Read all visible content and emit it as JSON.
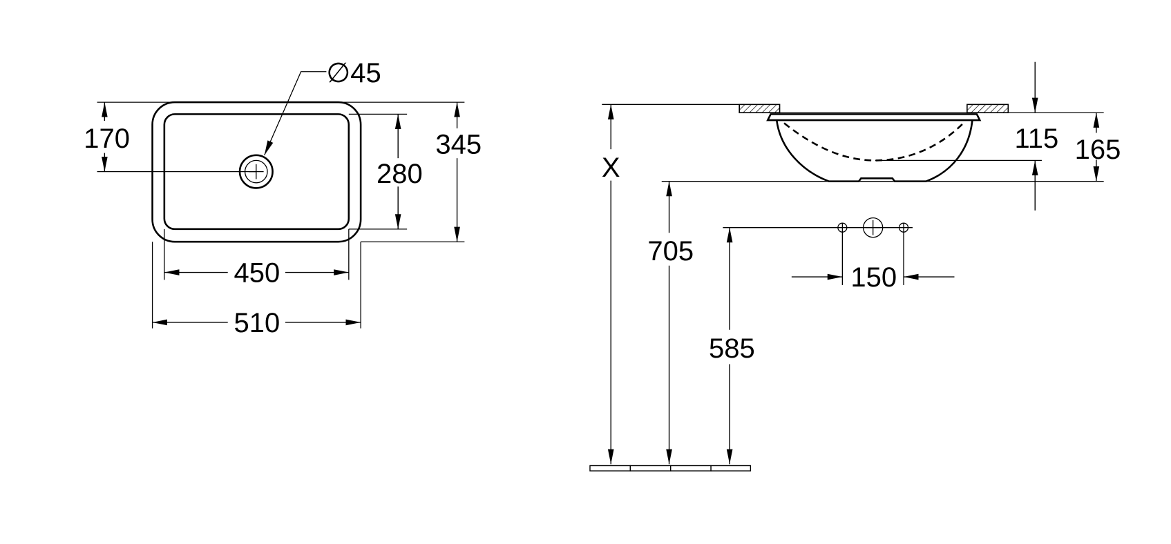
{
  "top_view": {
    "drain_diameter": "∅45",
    "drain_offset": "170",
    "inner_depth": "280",
    "outer_depth": "345",
    "inner_width": "450",
    "outer_width": "510"
  },
  "side_view": {
    "height_x": "X",
    "bowl_inner_depth": "115",
    "bowl_outer_depth": "165",
    "basin_bottom_height": "705",
    "tap_height": "585",
    "tap_spacing": "150"
  }
}
